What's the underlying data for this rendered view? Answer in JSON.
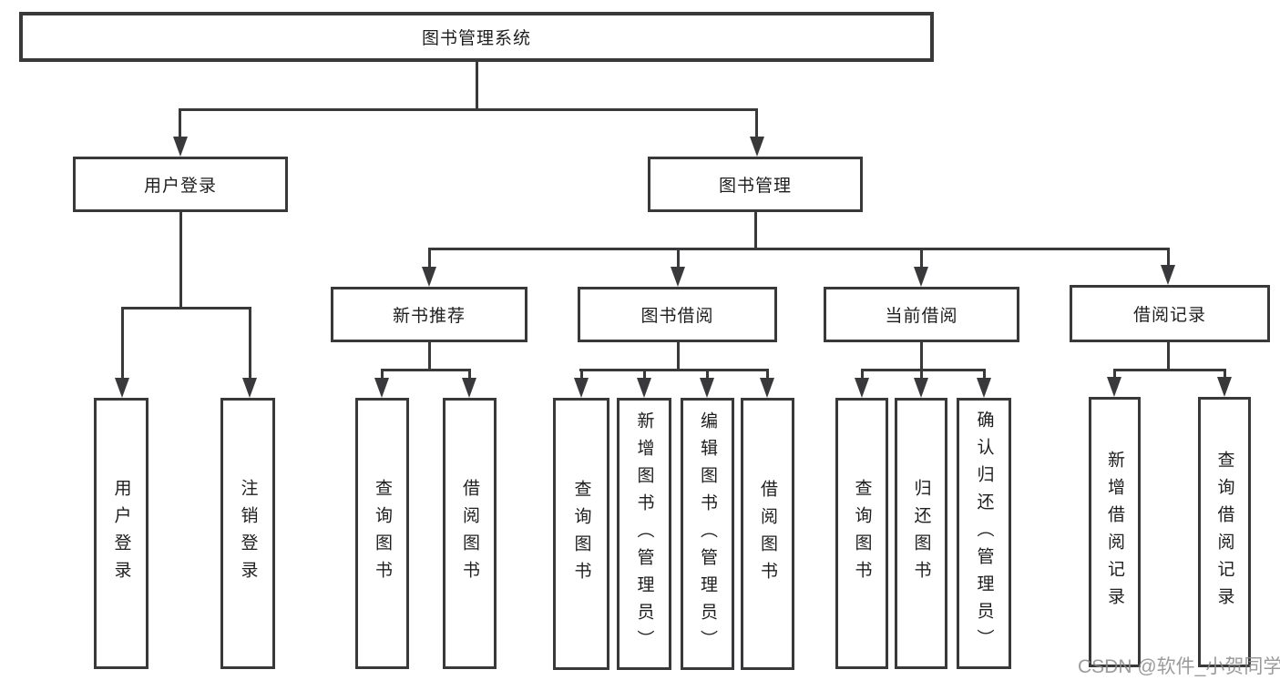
{
  "diagram": {
    "root": "图书管理系统",
    "level2": [
      "用户登录",
      "图书管理"
    ],
    "level3": [
      "新书推荐",
      "图书借阅",
      "当前借阅",
      "借阅记录"
    ],
    "leaves_login": [
      "用户登录",
      "注销登录"
    ],
    "leaves_recommend": [
      "查询图书",
      "借阅图书"
    ],
    "leaves_borrow": [
      "查询图书",
      "新增图书（管理员）",
      "编辑图书（管理员）",
      "借阅图书"
    ],
    "leaves_current": [
      "查询图书",
      "归还图书",
      "确认归还（管理员）"
    ],
    "leaves_records": [
      "新增借阅记录",
      "查询借阅记录"
    ]
  },
  "watermark": {
    "text": "CSDN @软件_小贺同学"
  },
  "colors": {
    "line": "#39393b",
    "text": "#1e1e1e",
    "box_fill": "#ffffff",
    "background": "#ffffff",
    "watermark": "#8a8a8a"
  }
}
